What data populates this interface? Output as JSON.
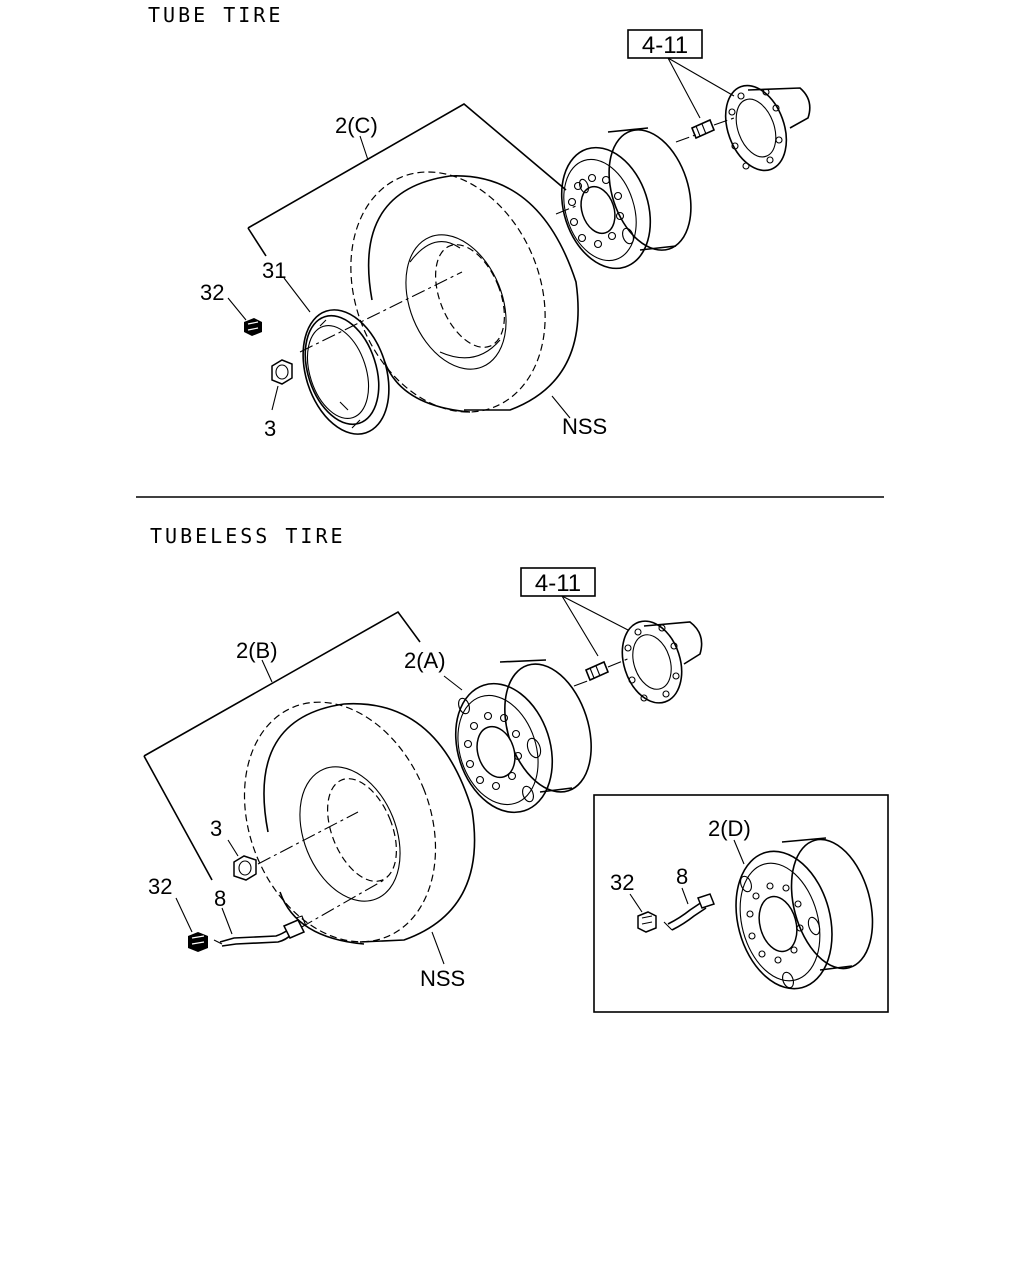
{
  "sections": {
    "tube": {
      "title": "TUBE TIRE",
      "labels": {
        "tire_assembly": "2(C)",
        "ring": "31",
        "cap": "32",
        "nut": "3",
        "tire": "NSS",
        "hub_ref": "4-11"
      }
    },
    "tubeless": {
      "title": "TUBELESS TIRE",
      "labels": {
        "tire_assembly": "2(B)",
        "wheel": "2(A)",
        "nut": "3",
        "cap": "32",
        "valve": "8",
        "tire": "NSS",
        "hub_ref": "4-11"
      },
      "inset": {
        "wheel": "2(D)",
        "cap": "32",
        "valve": "8"
      }
    }
  }
}
